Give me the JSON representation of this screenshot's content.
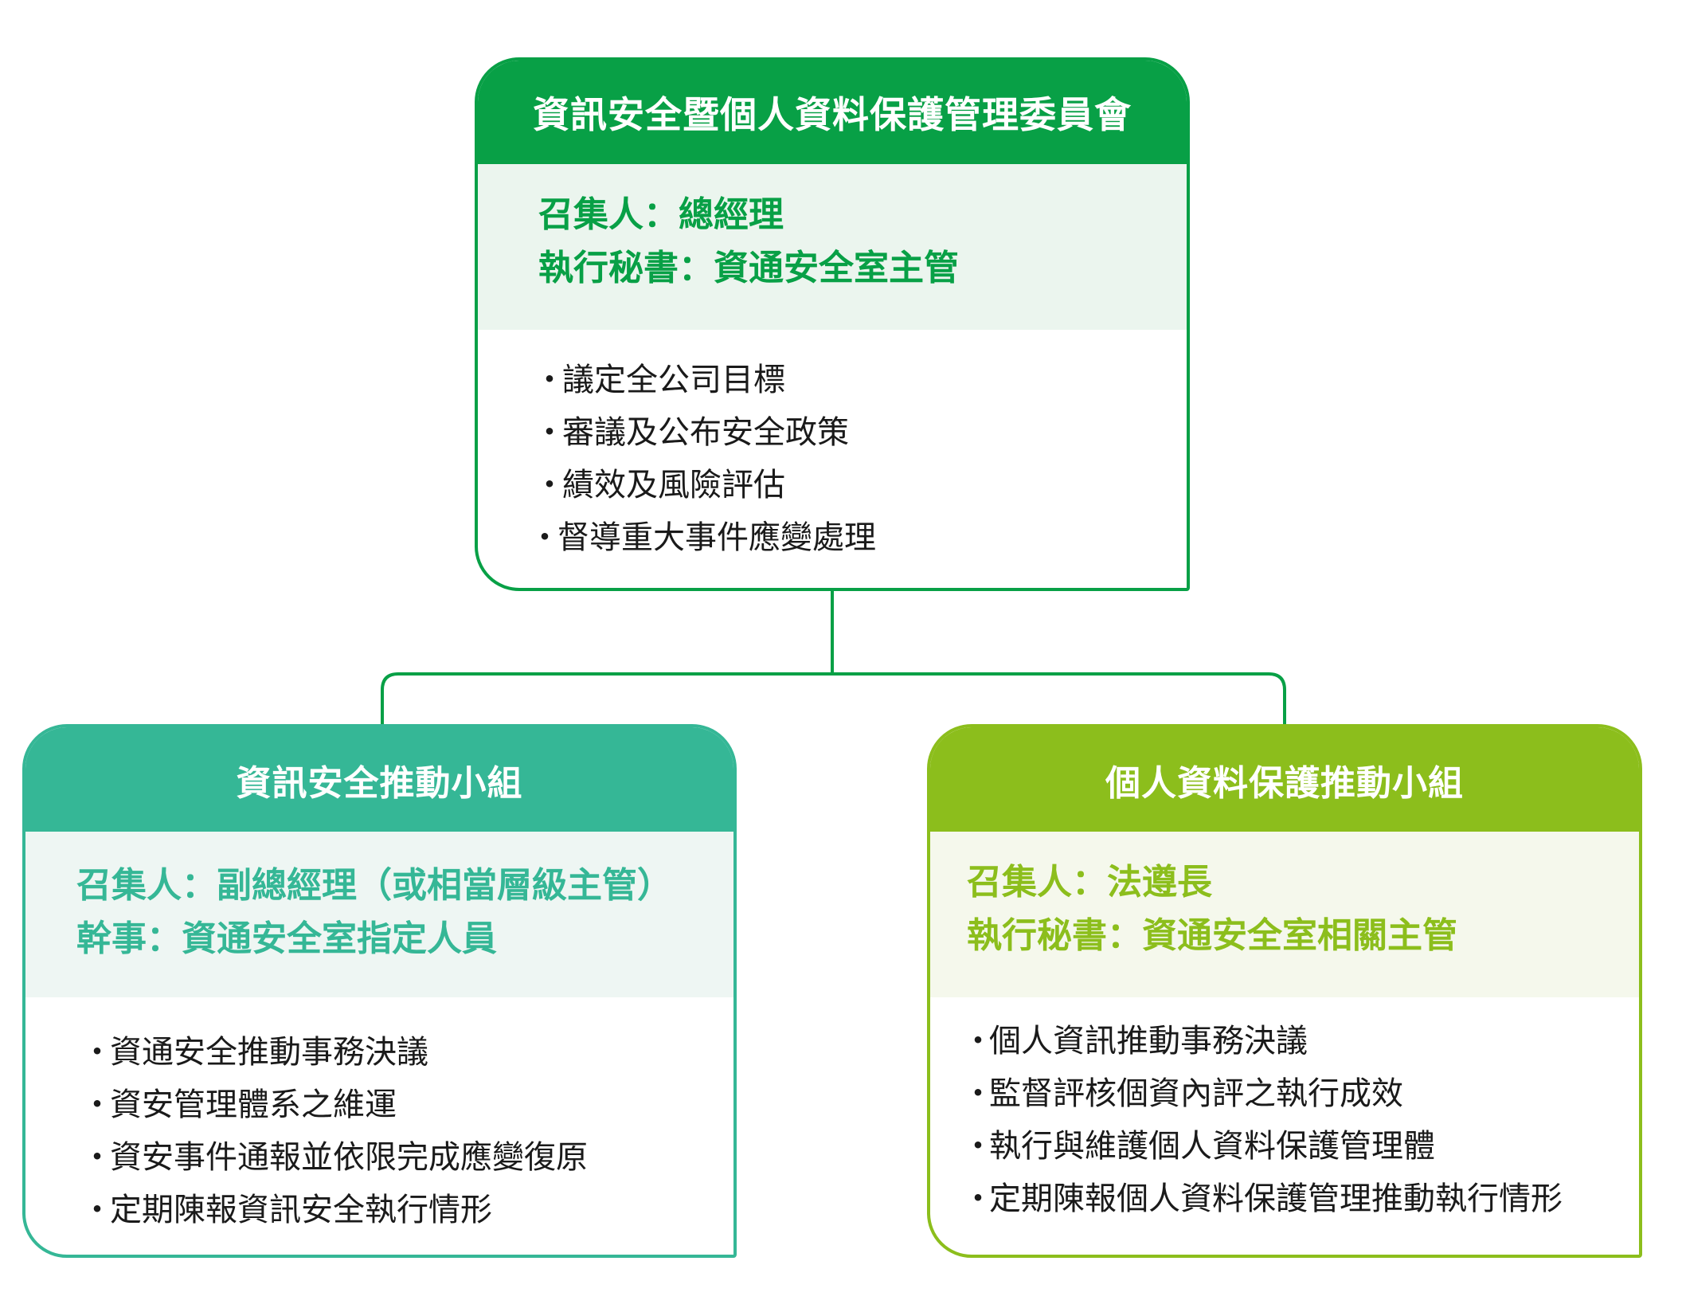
{
  "colors": {
    "committee": "#08a046",
    "infosec_group": "#35b796",
    "privacy_group": "#8cbe1c",
    "connector": "#08a046"
  },
  "committee": {
    "title": "資訊安全暨個人資料保護管理委員會",
    "info": [
      "召集人：總經理",
      "執行秘書：資通安全室主管"
    ],
    "duties": [
      "議定全公司目標",
      "審議及公布安全政策",
      "績效及風險評估",
      "督導重大事件應變處理"
    ]
  },
  "infosec_group": {
    "title": "資訊安全推動小組",
    "info": [
      "召集人：副總經理（或相當層級主管）",
      "幹事：資通安全室指定人員"
    ],
    "duties": [
      "資通安全推動事務決議",
      "資安管理體系之維運",
      "資安事件通報並依限完成應變復原",
      "定期陳報資訊安全執行情形"
    ]
  },
  "privacy_group": {
    "title": "個人資料保護推動小組",
    "info": [
      "召集人：法遵長",
      "執行秘書：資通安全室相關主管"
    ],
    "duties": [
      "個人資訊推動事務決議",
      "監督評核個資內評之執行成效",
      "執行與維護個人資料保護管理體",
      "定期陳報個人資料保護管理推動執行情形"
    ]
  },
  "bullet": "・"
}
